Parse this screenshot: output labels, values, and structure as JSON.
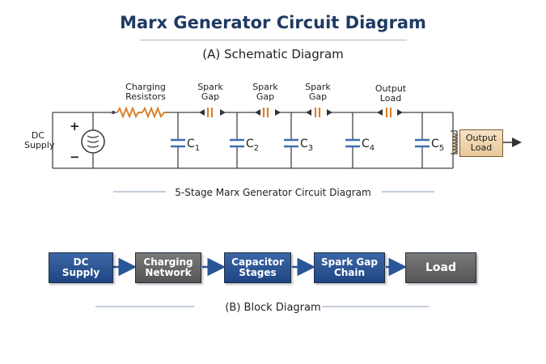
{
  "header": {
    "title": "Marx Generator Circuit Diagram",
    "subtitle_a": "(A) Schematic Diagram"
  },
  "schematic": {
    "dc_supply_label": "DC\nSupply",
    "plus_sign": "+",
    "minus_sign": "−",
    "labels": {
      "charging_resistors": "Charging\nResistors",
      "spark_gap_1": "Spark\nGap",
      "spark_gap_2": "Spark\nGap",
      "spark_gap_3": "Spark\nGap",
      "output_load": "Output\nLoad"
    },
    "capacitors": [
      {
        "main": "C",
        "sub": "1"
      },
      {
        "main": "C",
        "sub": "2"
      },
      {
        "main": "C",
        "sub": "3"
      },
      {
        "main": "C",
        "sub": "4"
      },
      {
        "main": "C",
        "sub": "5"
      }
    ],
    "output_box": "Output\nLoad",
    "caption": "5-Stage Marx Generator Circuit Diagram"
  },
  "block_diagram": {
    "blocks": [
      {
        "label": "DC\nSupply",
        "style": "blue"
      },
      {
        "label": "Charging\nNetwork",
        "style": "gray"
      },
      {
        "label": "Capacitor\nStages",
        "style": "blue"
      },
      {
        "label": "Spark Gap\nChain",
        "style": "blue"
      },
      {
        "label": "Load",
        "style": "gray"
      }
    ],
    "caption": "(B) Block Diagram"
  },
  "colors": {
    "title": "#1f3a63",
    "wire": "#444444",
    "capacitor": "#3a6fb0",
    "resistor": "#d9822b",
    "spark_gap": "#d9822b",
    "block_blue": "#2a5596",
    "block_gray": "#666666",
    "arrow": "#2a5596"
  }
}
